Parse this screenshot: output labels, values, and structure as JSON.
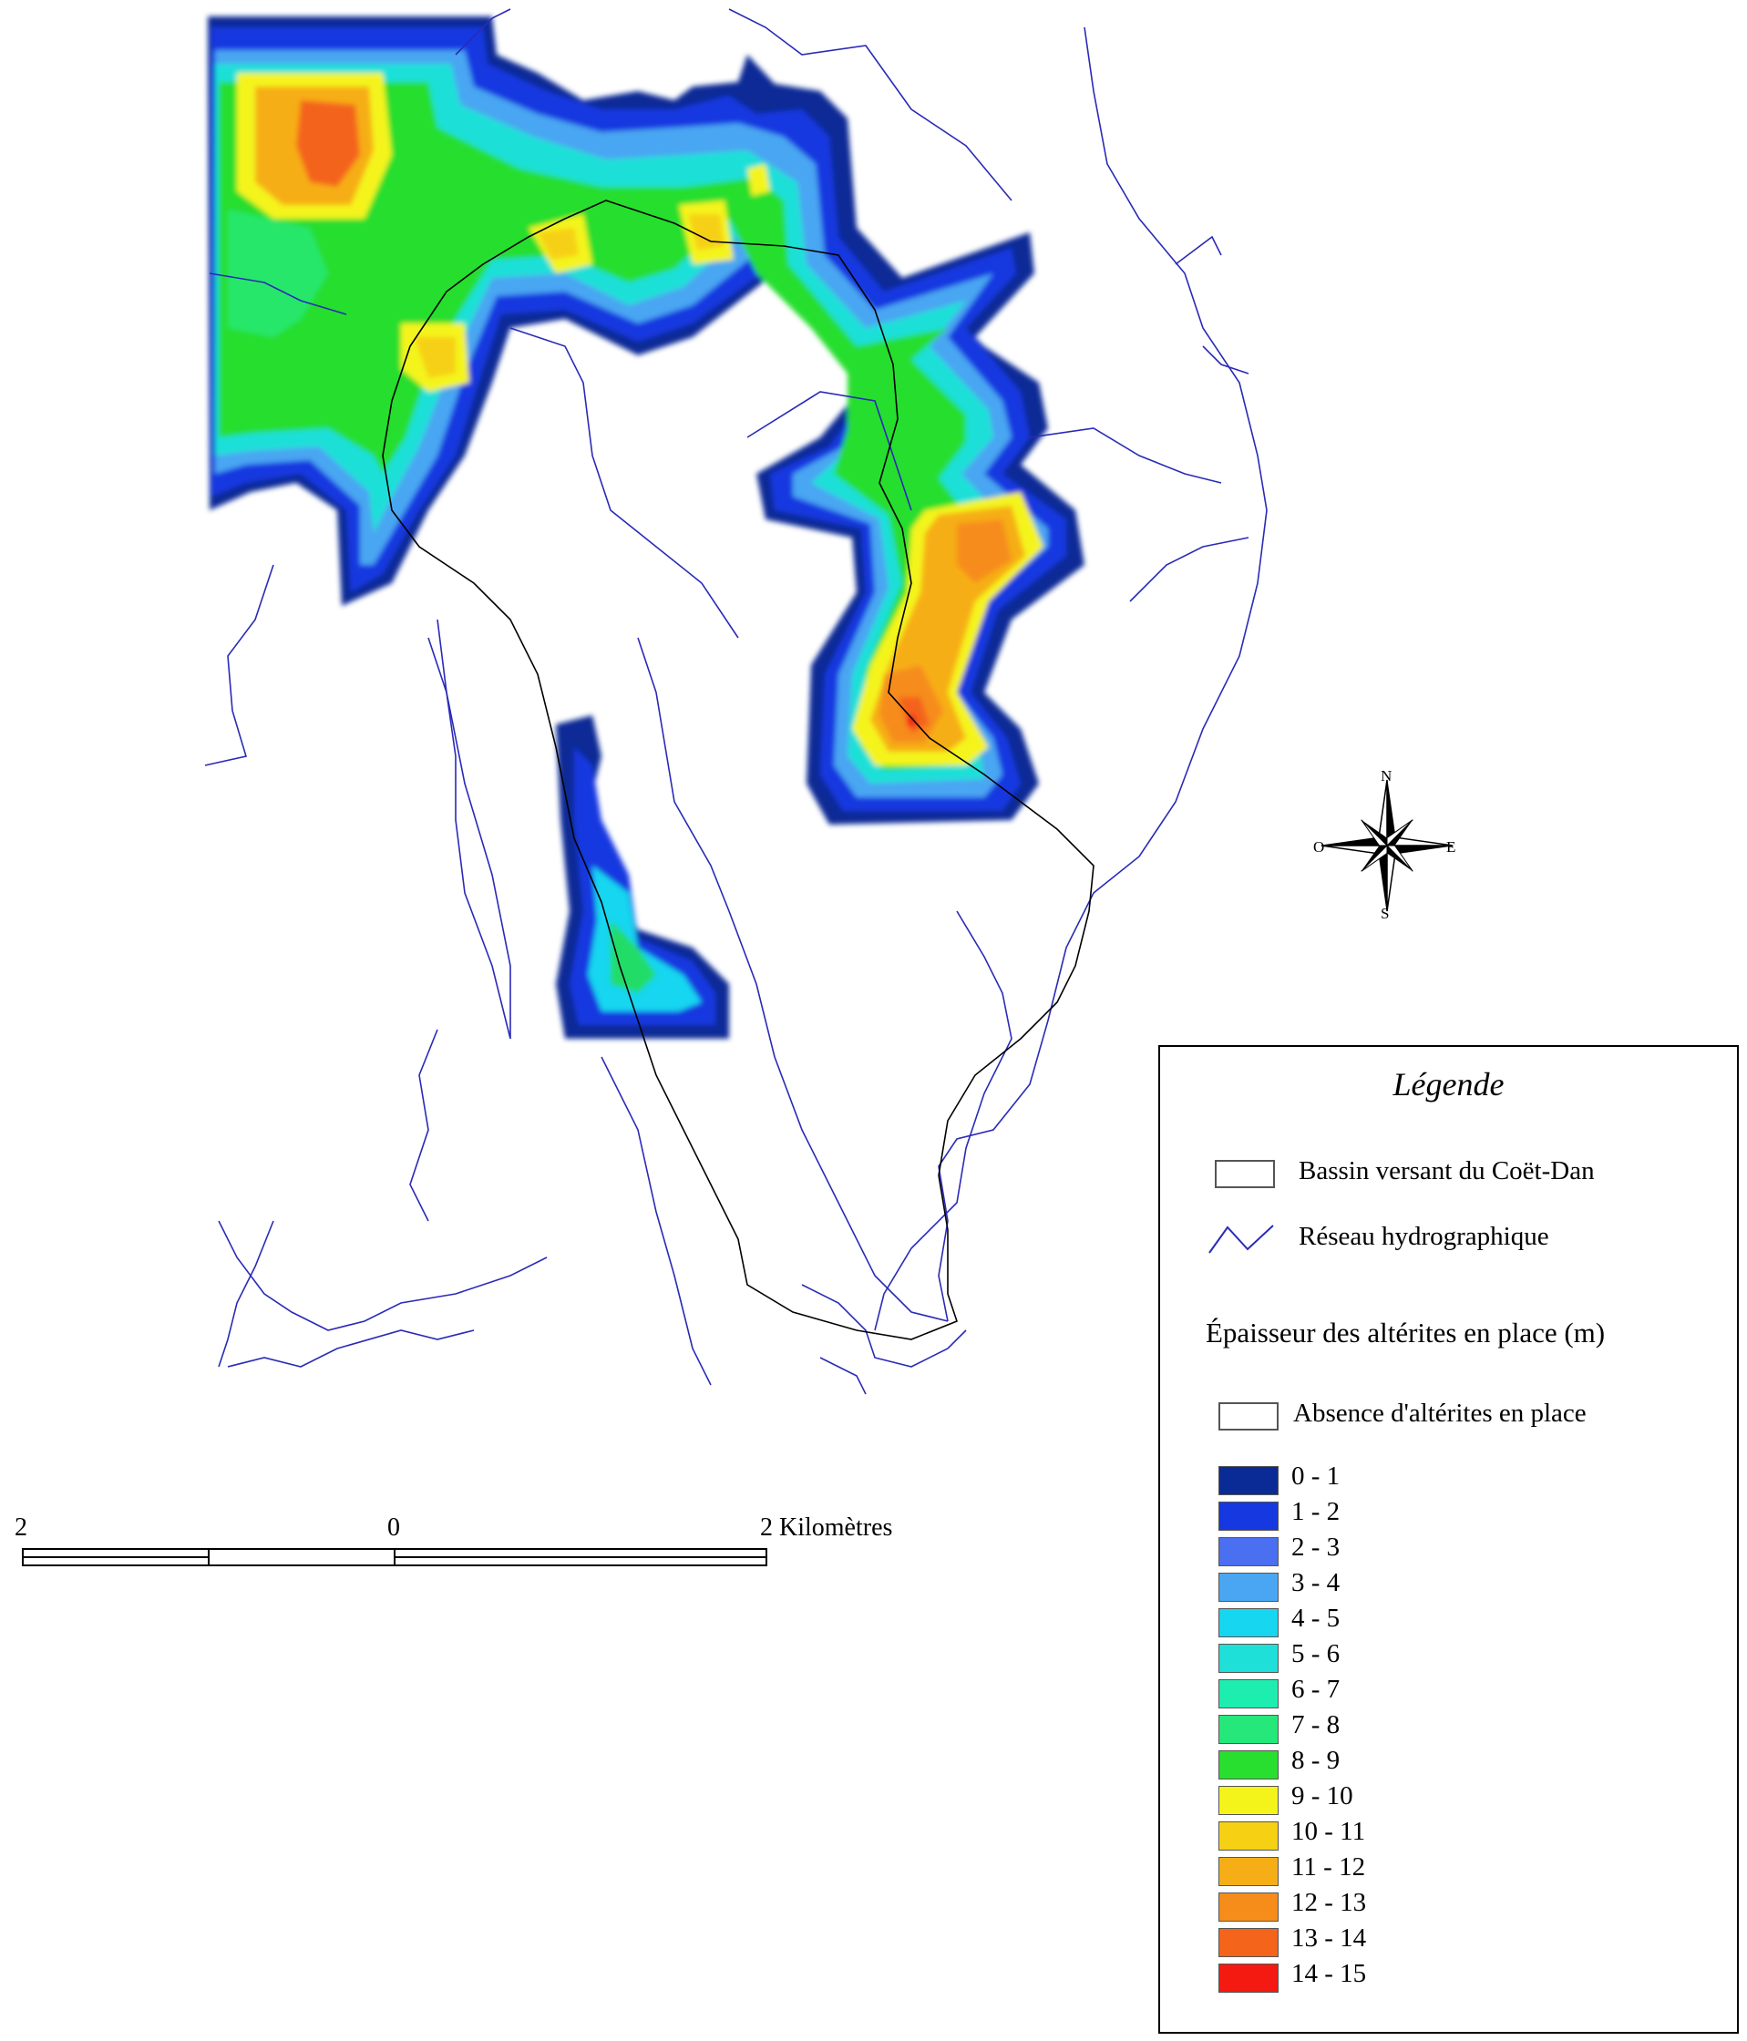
{
  "legend": {
    "title": "Légende",
    "basin_label": "Bassin versant du Coët-Dan",
    "network_label": "Réseau hydrographique",
    "thickness_heading": "Épaisseur des altérites en place (m)",
    "absence_label": "Absence d'altérites en place",
    "classes": [
      {
        "label": "0 - 1",
        "color": "#0a2a96"
      },
      {
        "label": "1 - 2",
        "color": "#1638e0"
      },
      {
        "label": "2 - 3",
        "color": "#4a6ff0"
      },
      {
        "label": "3 - 4",
        "color": "#4aa6f2"
      },
      {
        "label": "4 - 5",
        "color": "#16d6f0"
      },
      {
        "label": "5 - 6",
        "color": "#1ee0d8"
      },
      {
        "label": "6 - 7",
        "color": "#1eedb0"
      },
      {
        "label": "7 - 8",
        "color": "#26e87a"
      },
      {
        "label": "8 - 9",
        "color": "#28de2e"
      },
      {
        "label": "9 - 10",
        "color": "#f4f41a"
      },
      {
        "label": "10 - 11",
        "color": "#f6d012"
      },
      {
        "label": "11 - 12",
        "color": "#f6ae16"
      },
      {
        "label": "12 - 13",
        "color": "#f68c1a"
      },
      {
        "label": "13 - 14",
        "color": "#f4641a"
      },
      {
        "label": "14 - 15",
        "color": "#f41a12"
      }
    ]
  },
  "scale_bar": {
    "left_value": "2",
    "center_value": "0",
    "right_value": "2 Kilomètres"
  },
  "compass": {
    "north": "N",
    "south": "S",
    "east": "E",
    "west": "O"
  },
  "colors": {
    "river": "#2a2ab8",
    "basin_outline": "#000000"
  }
}
